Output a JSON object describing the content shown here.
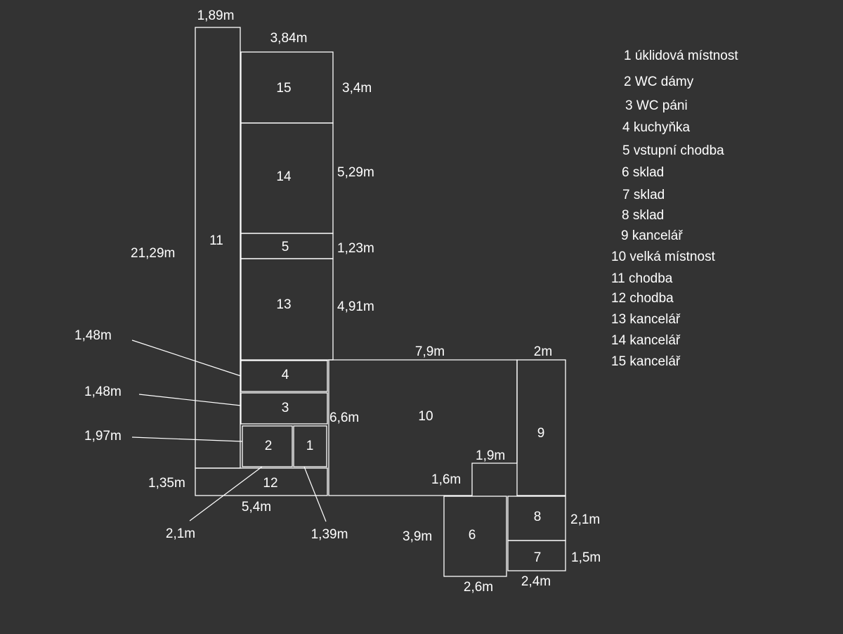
{
  "colors": {
    "background": "#333333",
    "lines": "#ffffff"
  },
  "rooms": {
    "r1": "1",
    "r2": "2",
    "r3": "3",
    "r4": "4",
    "r5": "5",
    "r6": "6",
    "r7": "7",
    "r8": "8",
    "r9": "9",
    "r10": "10",
    "r11": "11",
    "r12": "12",
    "r13": "13",
    "r14": "14",
    "r15": "15"
  },
  "dimensions": {
    "d_11_width": "1,89m",
    "d_15_width": "3,84m",
    "d_15_height": "3,4m",
    "d_14_height": "5,29m",
    "d_5_height": "1,23m",
    "d_11_length": "21,29m",
    "d_13_height": "4,91m",
    "d_4_height": "1,48m",
    "d_3_height": "1,48m",
    "d_2_height": "1,97m",
    "d_12_height": "1,35m",
    "d_12_width": "5,4m",
    "d_2_width": "2,1m",
    "d_1_width": "1,39m",
    "d_10_width": "7,9m",
    "d_9_width": "2m",
    "d_10_height": "6,6m",
    "d_step_width": "1,9m",
    "d_step_height": "1,6m",
    "d_6_height": "3,9m",
    "d_6_width": "2,6m",
    "d_8_height": "2,1m",
    "d_7_height": "1,5m",
    "d_7_width": "2,4m"
  },
  "legend": [
    "1 úklidová místnost",
    "2 WC dámy",
    "3 WC páni",
    "4 kuchyňka",
    "5 vstupní chodba",
    "6 sklad",
    "7 sklad",
    "8 sklad",
    "9 kancelář",
    "10 velká místnost",
    "11 chodba",
    "12 chodba",
    "13 kancelář",
    "14  kancelář",
    "15 kancelář"
  ]
}
